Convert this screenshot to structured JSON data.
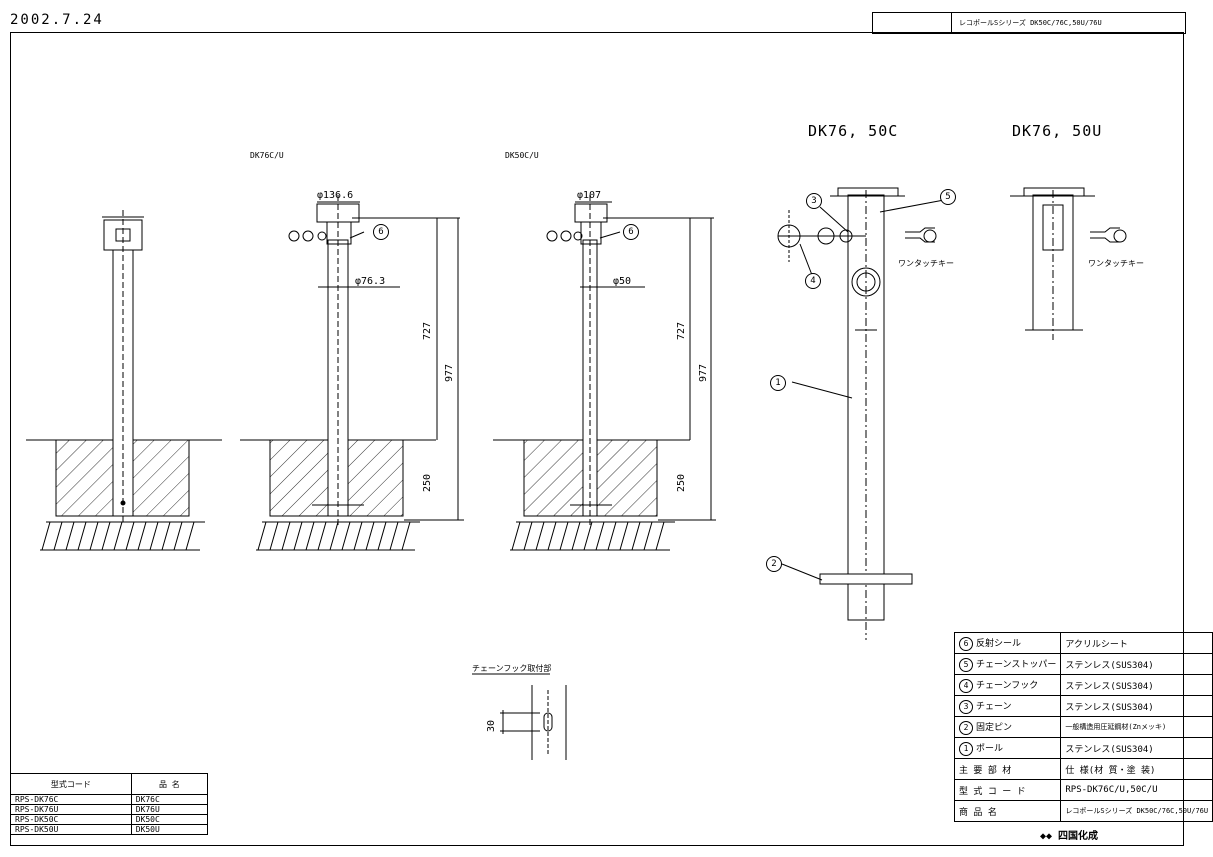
{
  "header": {
    "date": "2002.7.24",
    "title": "レコポールSシリーズ DK50C/76C,50U/76U"
  },
  "views": {
    "view1_label": "DK76C/U",
    "view2_label": "DK50C/U",
    "view3_label": "DK76, 50C",
    "view4_label": "DK76, 50U"
  },
  "dimensions": {
    "d1366": "φ136.6",
    "d763": "φ76.3",
    "d107": "φ107",
    "d50": "φ50",
    "h727a": "727",
    "h977a": "977",
    "h250a": "250",
    "h727b": "727",
    "h977b": "977",
    "h250b": "250",
    "h30": "30"
  },
  "callouts": {
    "c1": "1",
    "c2": "2",
    "c3": "3",
    "c4": "4",
    "c5": "5",
    "c6a": "6",
    "c6b": "6"
  },
  "notes": {
    "onetouch1": "ワンタッチキー",
    "onetouch2": "ワンタッチキー",
    "chain_hook": "チェーンフック取付部"
  },
  "spec_table": {
    "rows": [
      {
        "num": "6",
        "part": "反射シール",
        "material": "アクリルシート"
      },
      {
        "num": "5",
        "part": "チェーンストッパー",
        "material": "ステンレス(SUS304)"
      },
      {
        "num": "4",
        "part": "チェーンフック",
        "material": "ステンレス(SUS304)"
      },
      {
        "num": "3",
        "part": "チェーン",
        "material": "ステンレス(SUS304)"
      },
      {
        "num": "2",
        "part": "固定ピン",
        "material": "一般構造用圧延鋼材(Znメッキ)"
      },
      {
        "num": "1",
        "part": "ポール",
        "material": "ステンレス(SUS304)"
      }
    ],
    "main_material": "主 要 部 材",
    "spec_header": "仕 様(材 質・塗 装)",
    "model_code_label": "型 式 コ ー ド",
    "model_code_value": "RPS-DK76C/U,50C/U",
    "product_label": "商 品 名",
    "product_value": "レコポールSシリーズ DK50C/76C,50U/76U",
    "logo": "◆◆ 四国化成"
  },
  "code_table": {
    "header_code": "型式コード",
    "header_name": "品 名",
    "rows": [
      {
        "code": "RPS-DK76C",
        "name": "DK76C"
      },
      {
        "code": "RPS-DK76U",
        "name": "DK76U"
      },
      {
        "code": "RPS-DK50C",
        "name": "DK50C"
      },
      {
        "code": "RPS-DK50U",
        "name": "DK50U"
      }
    ]
  }
}
